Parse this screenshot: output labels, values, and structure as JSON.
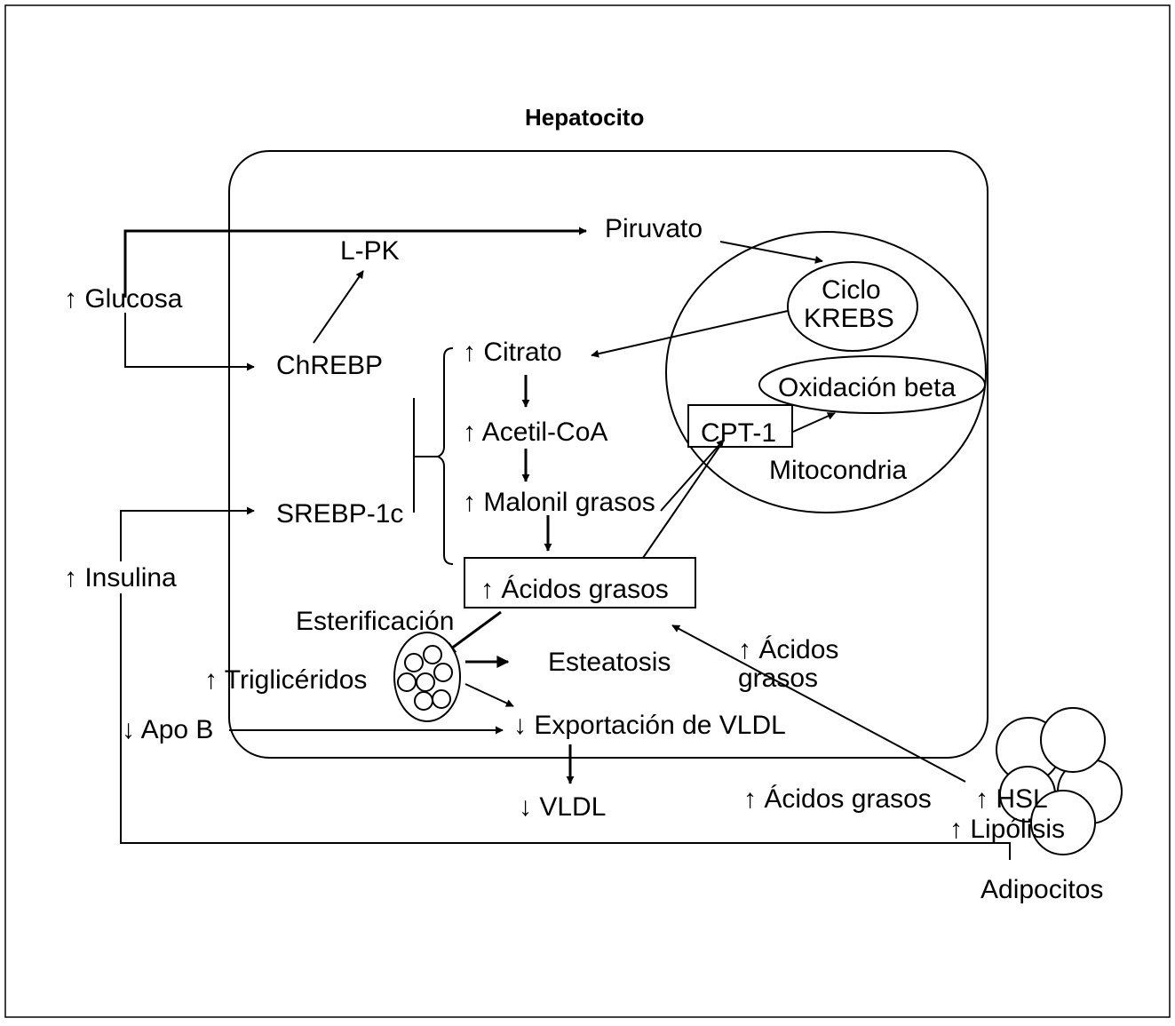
{
  "title": "Hepatocito",
  "labels": {
    "glucosa": "↑ Glucosa",
    "lpk": "L-PK",
    "piruvato": "Piruvato",
    "chrebp": "ChREBP",
    "ciclo": "Ciclo",
    "krebs": "KREBS",
    "citrato": "↑ Citrato",
    "oxidacion": "Oxidación beta",
    "acetil": "↑ Acetil-CoA",
    "cpt1": "CPT-1",
    "mitocondria": "Mitocondria",
    "malonil": "↑ Malonil grasos",
    "srebp": "SREBP-1c",
    "insulina": "↑ Insulina",
    "acidos_box": "↑ Ácidos grasos",
    "esterificacion": "Esterificación",
    "acidos_right_1": "↑ Ácidos",
    "acidos_right_2": "grasos",
    "trigliceridos": "↑ Triglicéridos",
    "esteatosis": "Esteatosis",
    "apob": "↓ Apo B",
    "exportacion": "↓ Exportación de VLDL",
    "vldl": "↓ VLDL",
    "acidos_bottom": "↑ Ácidos grasos",
    "hsl": "↑ HSL",
    "lipolisis": "↑ Lipólisis",
    "adipocitos": "Adipocitos"
  }
}
